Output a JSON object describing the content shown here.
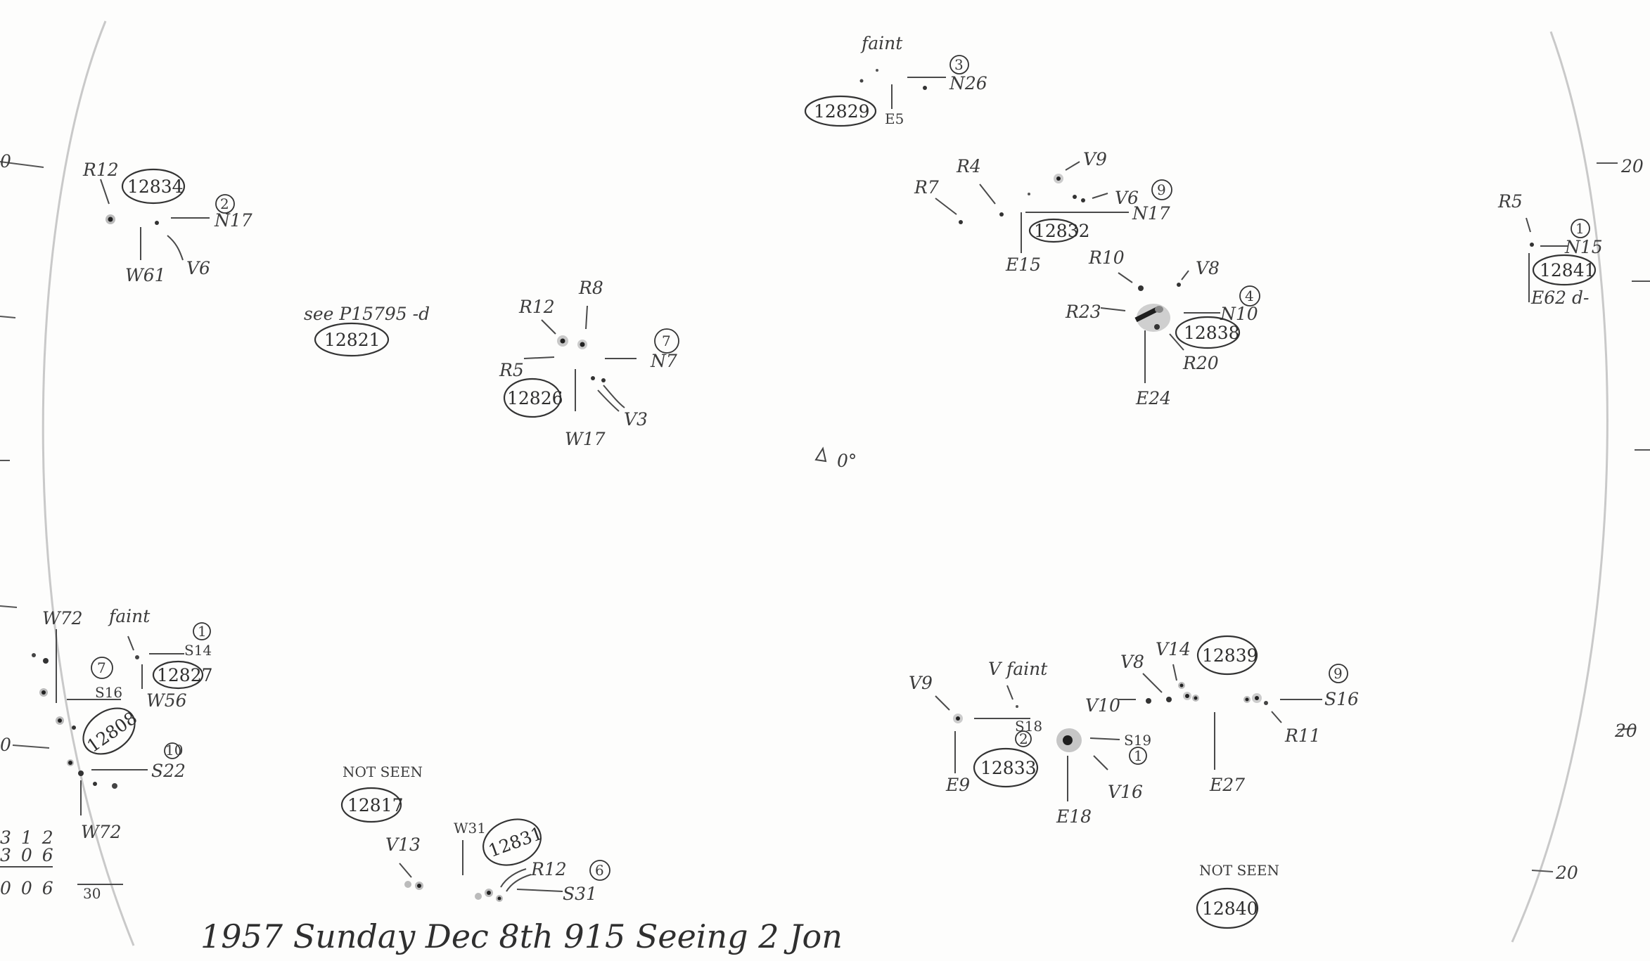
{
  "footer": {
    "note": "1957 Sunday Dec 8th 915 Seeing 2 Jon"
  },
  "scale": {
    "left": [
      "0",
      "0"
    ],
    "right": [
      "20",
      "20",
      "20"
    ]
  },
  "center_mark": "0°",
  "left_margin_numbers": [
    "312",
    "306",
    "006",
    "30"
  ],
  "groups": {
    "g12829": {
      "plate": "12829",
      "note": "faint",
      "count": "3",
      "n": "N26",
      "e": "E5"
    },
    "g12834": {
      "plate": "12834",
      "r": "R12",
      "count": "2",
      "n": "N17",
      "w": "W61",
      "v": "V6"
    },
    "g12821": {
      "plate": "12821",
      "note": "see P15795 -d"
    },
    "g12826": {
      "plate": "12826",
      "r1": "R12",
      "r2": "R8",
      "r3": "R5",
      "count": "7",
      "n": "N7",
      "w": "W17",
      "v": "V3"
    },
    "g12832": {
      "plate": "12832",
      "r1": "R7",
      "r2": "R4",
      "v1": "V9",
      "v2": "V6",
      "count": "9",
      "n": "N17",
      "e": "E15"
    },
    "g12838": {
      "plate": "12838",
      "r1": "R10",
      "r2": "R23",
      "r3": "R20",
      "v": "V8",
      "count": "4",
      "n": "N10",
      "e": "E24"
    },
    "g12841": {
      "plate": "12841",
      "r": "R5",
      "count": "1",
      "n": "N15",
      "e": "E62 d-"
    },
    "g12827": {
      "plate": "12827",
      "note": "faint",
      "count": "1",
      "s": "S14",
      "w": "W56"
    },
    "g12808": {
      "plate": "12808",
      "w1": "W72",
      "w2": "W72",
      "count1": "7",
      "count2": "10",
      "s1": "S16",
      "s2": "S22"
    },
    "g12817": {
      "plate": "12817",
      "note": "NOT SEEN"
    },
    "g12831": {
      "plate": "12831",
      "v": "V13",
      "w": "W31",
      "r": "R12",
      "count": "6",
      "s": "S31"
    },
    "g12833": {
      "plate": "12833",
      "v1": "V9",
      "v2": "V10",
      "v3": "V16",
      "note": "V faint",
      "count1": "2",
      "count2": "1",
      "s1": "S18",
      "s2": "S19",
      "e1": "E9",
      "e2": "E18"
    },
    "g12839": {
      "plate": "12839",
      "v1": "V8",
      "v2": "V14",
      "r": "R11",
      "count": "9",
      "s": "S16",
      "e": "E27"
    },
    "g12840": {
      "plate": "12840",
      "note": "NOT SEEN"
    }
  }
}
